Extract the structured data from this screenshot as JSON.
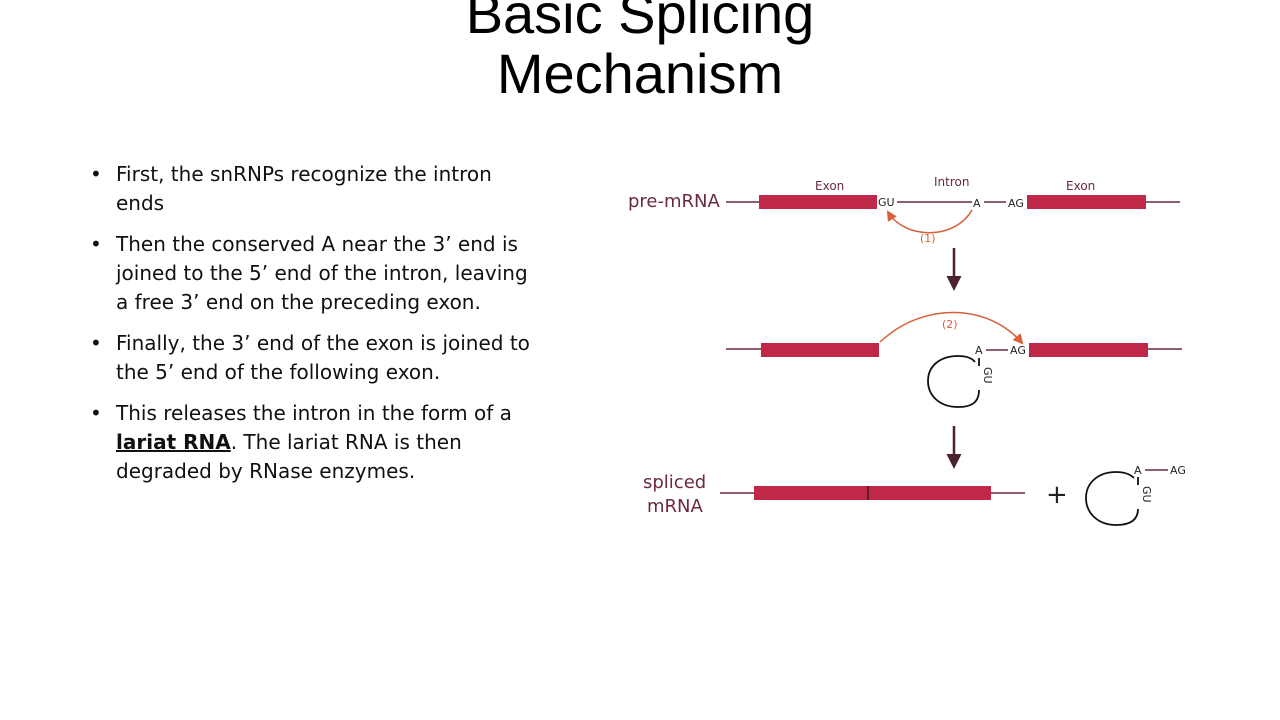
{
  "slide": {
    "title_line1": "Basic Splicing",
    "title_line2": "Mechanism"
  },
  "bullets": {
    "b1": "First, the snRNPs recognize the intron ends",
    "b2": "Then the conserved A near the 3’ end is joined to the 5’ end of the intron, leaving a free 3’ end on the preceding exon.",
    "b3": "Finally, the 3’ end of the exon is joined to the 5’ end of the following exon.",
    "b4_pre": "This releases the intron in the form of a ",
    "b4_term": "lariat RNA",
    "b4_post": ".  The lariat RNA is then degraded by RNase enzymes."
  },
  "diagram": {
    "premrna_label": "pre-mRNA",
    "exon_label": "Exon",
    "intron_label": "Intron",
    "exon2_label": "Exon",
    "gu": "GU",
    "a": "A",
    "ag": "AG",
    "step1": "(1)",
    "step2": "(2)",
    "spliced_line1": "spliced",
    "spliced_line2": "mRNA",
    "plus": "+",
    "colors": {
      "exon": "#c0284a",
      "label": "#6b2a3c",
      "arrow_orange": "#d9603b",
      "down_arrow": "#4a2232",
      "line": "#6b2a3c"
    }
  }
}
